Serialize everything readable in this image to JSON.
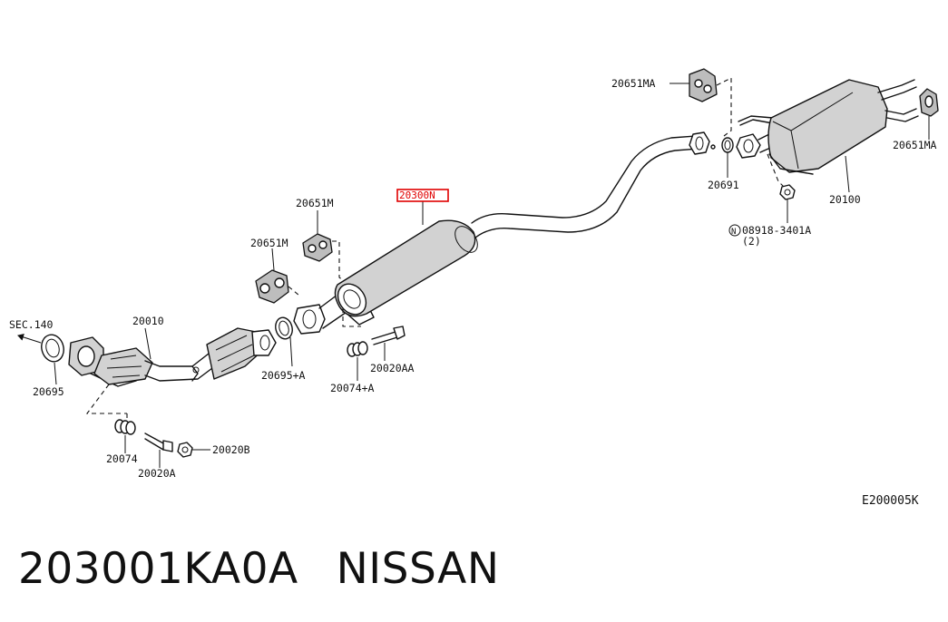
{
  "callouts": {
    "sec140": "SEC.140",
    "p20010": "20010",
    "p20695": "20695",
    "p20074": "20074",
    "p20020a": "20020A",
    "p20020b": "20020B",
    "p20651m_1": "20651M",
    "p20651m_2": "20651M",
    "p20695a": "20695+A",
    "p20074a": "20074+A",
    "p20020aa": "20020AA",
    "p20300n": "20300N",
    "p20651ma_1": "20651MA",
    "p20651ma_2": "20651MA",
    "p20691": "20691",
    "p20100": "20100",
    "bolt_prefix": "N",
    "bolt_number": "08918-3401A",
    "bolt_qty": "(2)",
    "diagram_code": "E200005K"
  },
  "highlight": {
    "part": "20300N",
    "color": "#e00000"
  },
  "footer": {
    "part_number": "203001KA0A",
    "brand": "NISSAN"
  }
}
